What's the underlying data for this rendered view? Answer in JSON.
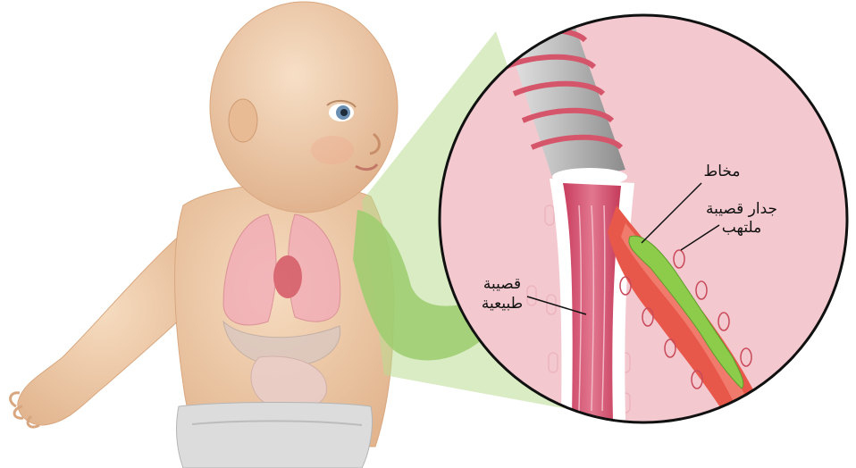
{
  "labels": {
    "mucus": "مخاط",
    "inflamed_wall_line1": "جدار قصيبة",
    "inflamed_wall_line2": "ملتهب",
    "normal_line1": "قصيبة",
    "normal_line2": "طبيعية"
  },
  "colors": {
    "skin": "#efc9a6",
    "magnifier_bg": "#f3c9cf",
    "bronchiole_wall": "#d9506a",
    "inflammation": "#e8584a",
    "mucus": "#8ccc4a",
    "callout_cone": "#b9dc92",
    "lungs": "#f2aab8",
    "diaper": "#d9d9d9"
  }
}
